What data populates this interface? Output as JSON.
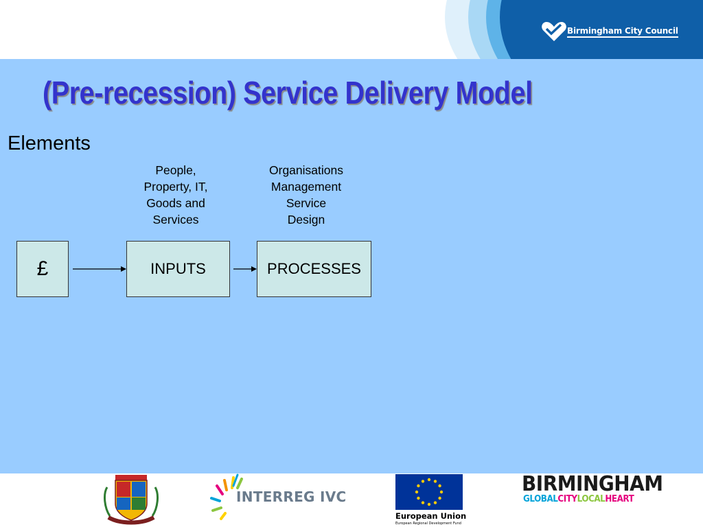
{
  "header": {
    "council_name": "Birmingham City Council"
  },
  "slide": {
    "title": "(Pre-recession) Service Delivery Model",
    "section_label": "Elements"
  },
  "diagram": {
    "boxes": {
      "pound": "£",
      "inputs": "INPUTS",
      "processes": "PROCESSES"
    },
    "annotations": {
      "inputs": [
        "People,",
        "Property, IT,",
        "Goods and",
        "Services"
      ],
      "processes": [
        "Organisations",
        "Management",
        "Service",
        "Design"
      ]
    }
  },
  "footer": {
    "interreg_label": "INTERREG IVC",
    "eu_label": "European Union",
    "eu_sublabel": "European Regional Development Fund",
    "birmingham_word": "BIRMINGHAM",
    "birmingham_tagline": {
      "global": "GLOBAL",
      "city": "CITY",
      "local": "LOCAL",
      "heart": "HEART"
    }
  },
  "colors": {
    "panel_background": "#99ccff",
    "title": "#3333cc",
    "box_fill": "#cce8e8",
    "council_blue": "#0f5fa8"
  }
}
